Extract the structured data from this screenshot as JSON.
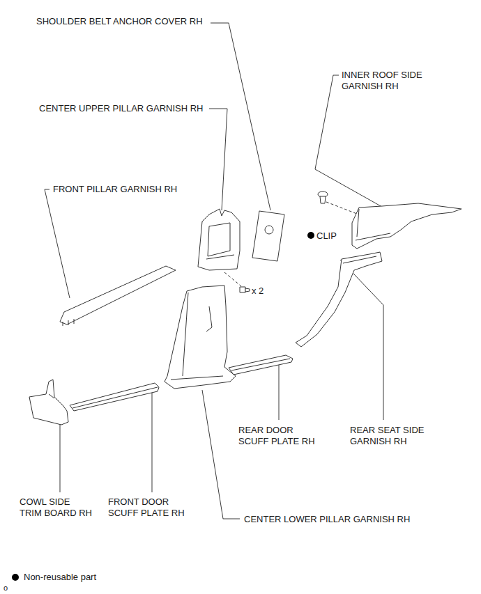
{
  "diagram": {
    "labels": [
      "SHOULDER BELT ANCHOR COVER RH",
      "INNER ROOF SIDE GARNISH RH",
      "CENTER UPPER PILLAR GARNISH RH",
      "FRONT PILLAR GARNISH RH",
      "CLIP",
      "x 2",
      "REAR DOOR SCUFF PLATE RH",
      "REAR SEAT SIDE GARNISH RH",
      "COWL SIDE TRIM BOARD RH",
      "FRONT DOOR SCUFF PLATE RH",
      "CENTER LOWER PILLAR GARNISH RH",
      "o"
    ],
    "legend": [
      {
        "text": "Non-reusable part"
      }
    ]
  }
}
